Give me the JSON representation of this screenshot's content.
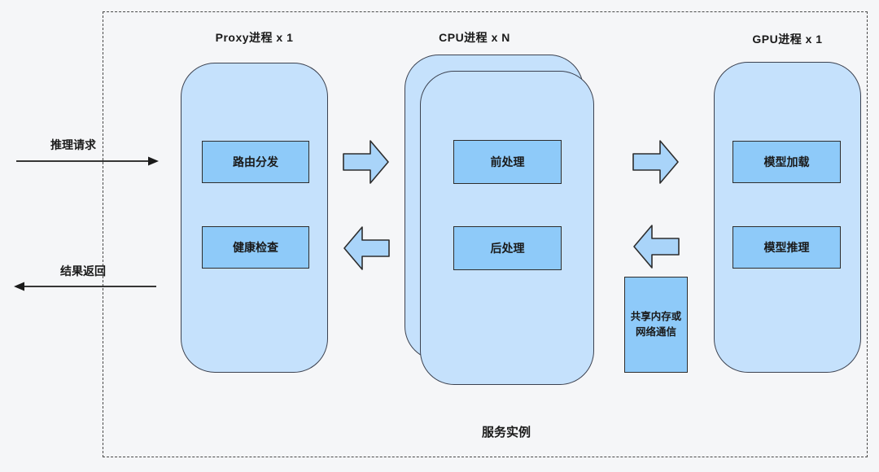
{
  "outer": {
    "label": "服务实例"
  },
  "flows": {
    "request_label": "推理请求",
    "response_label": "结果返回"
  },
  "columns": [
    {
      "title": "Proxy进程 x 1",
      "boxes": [
        "路由分发",
        "健康检查"
      ]
    },
    {
      "title": "CPU进程 x N",
      "boxes": [
        "前处理",
        "后处理"
      ]
    },
    {
      "title": "GPU进程 x 1",
      "boxes": [
        "模型加载",
        "模型推理"
      ]
    }
  ],
  "comm_box": {
    "line1": "共享内存或",
    "line2": "网络通信"
  },
  "colors": {
    "background": "#f5f6f8",
    "container_fill": "#c5e1fc",
    "container_border": "#3c4250",
    "process_box_fill": "#8ecaf9",
    "block_arrow_fill": "#a9d4f9",
    "line_color": "#1a1a1a",
    "dashed_border": "#4a4a4a"
  }
}
